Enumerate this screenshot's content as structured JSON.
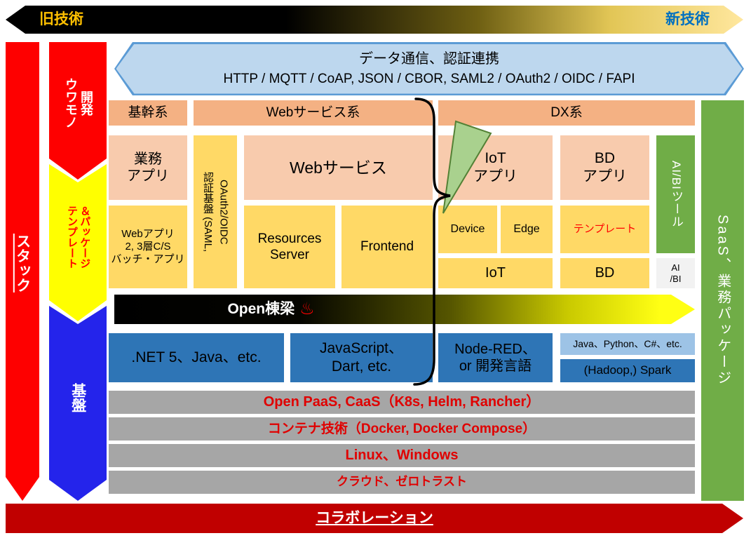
{
  "top_ribbon": {
    "old_tech": "旧技術",
    "new_tech": "新技術"
  },
  "rails": {
    "stack": "スタック",
    "upper_dev": "ウワモノ\n開発",
    "template_pkg": "テンプレート\n＆パッケージ",
    "foundation": "基盤"
  },
  "protocol_banner": {
    "title": "データ通信、認証連携",
    "protocols": "HTTP / MQTT / CoAP, JSON / CBOR, SAML2 / OAuth2 / OIDC / FAPI"
  },
  "category_headers": {
    "core": "基幹系",
    "web": "Webサービス系",
    "dx": "DX系"
  },
  "right_rail": {
    "ai_bi_tool": "AI/BIツール",
    "saas": "SaaS、業務パッケージ"
  },
  "app_layer": {
    "business_app": "業務\nアプリ",
    "auth_base": "認証基盤 (SAML,\nOAuth2/OIDC",
    "web_service": "Webサービス",
    "iot_app": "IoT\nアプリ",
    "bd_app": "BD\nアプリ"
  },
  "template_layer": {
    "web_app": "Webアプリ\n2, 3層C/S\nバッチ・アプリ",
    "resources_server": "Resources\nServer",
    "frontend": "Frontend",
    "device": "Device",
    "edge": "Edge",
    "template": "テンプレート",
    "iot": "IoT",
    "bd": "BD",
    "ai_bi": "AI\n/BI"
  },
  "open_touryou": {
    "label": "Open棟梁",
    "hot_spring_icon": "♨"
  },
  "language_layer": {
    "dotnet": ".NET 5、Java、etc.",
    "javascript": "JavaScript、\nDart, etc.",
    "node_red": "Node-RED、\nor 開発言語",
    "polyglot": "Java、Python、C#、etc.",
    "spark": "(Hadoop,) Spark"
  },
  "platform_layers": [
    "Open PaaS, CaaS（K8s, Helm, Rancher）",
    "コンテナ技術（Docker, Docker Compose）",
    "Linux、Windows",
    "クラウド、ゼロトラスト"
  ],
  "bottom_ribbon": {
    "collaboration": "コラボレーション"
  },
  "colors": {
    "red_arrow": "#FE0000",
    "yellow_arrow": "#FFFF00",
    "blue_arrow": "#2424EB",
    "header_orange": "#F4B183",
    "app_peach": "#F8CBAD",
    "box_yellow": "#FFD966",
    "green": "#70AD47",
    "box_blue": "#2E75B6",
    "box_blue_light": "#9DC3E6",
    "banner_blue": "#BDD7EE",
    "gray_layer": "#A6A6A6",
    "layer_text_red": "#E00000",
    "collaboration_red": "#C00000"
  }
}
